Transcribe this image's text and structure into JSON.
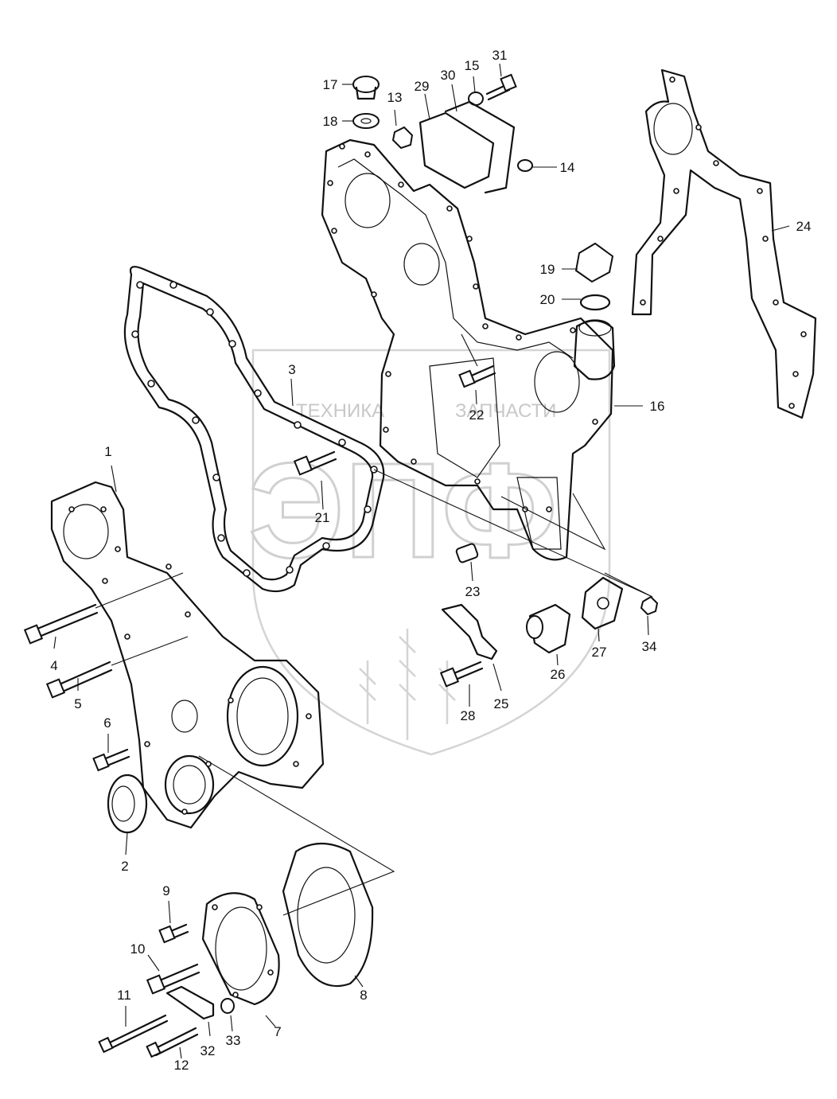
{
  "watermark": {
    "text_left": "ТЕХНИКА",
    "text_right": "ЗАПЧАСТИ",
    "logo": "ЭПФ"
  },
  "callouts": [
    "1",
    "2",
    "3",
    "4",
    "5",
    "6",
    "7",
    "8",
    "9",
    "10",
    "11",
    "12",
    "13",
    "14",
    "15",
    "16",
    "17",
    "18",
    "19",
    "20",
    "21",
    "22",
    "23",
    "24",
    "25",
    "26",
    "27",
    "28",
    "29",
    "30",
    "31",
    "32",
    "33",
    "34"
  ]
}
